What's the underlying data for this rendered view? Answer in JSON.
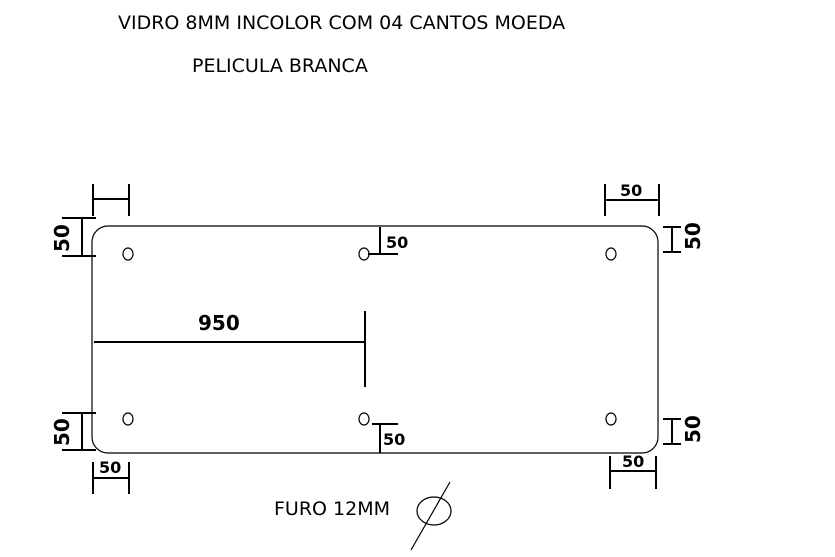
{
  "title_line1": "VIDRO 8MM INCOLOR COM 04 CANTOS MOEDA",
  "title_line2": "PELICULA BRANCA",
  "dim_950": "950",
  "dim_50": "50",
  "hole_label": "FURO 12MM"
}
